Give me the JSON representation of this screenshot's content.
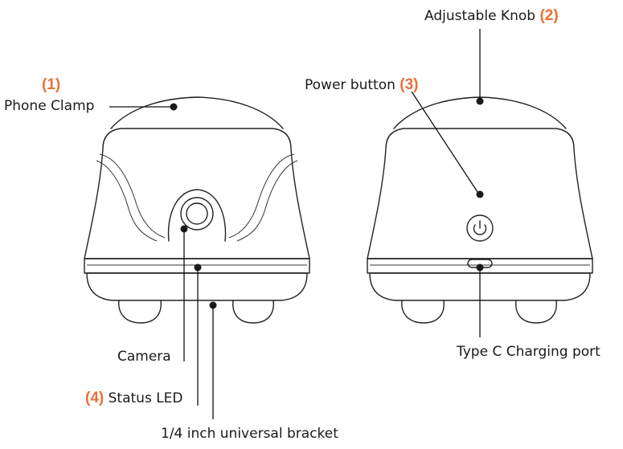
{
  "callouts": {
    "phone_clamp": {
      "num": "(1)",
      "text": "Phone Clamp"
    },
    "adjustable_knob": {
      "num": "(2)",
      "text": "Adjustable Knob"
    },
    "power_button": {
      "num": "(3)",
      "text": "Power button"
    },
    "status_led": {
      "num": "(4)",
      "text": "Status LED"
    },
    "camera": {
      "text": "Camera"
    },
    "bracket": {
      "text": "1/4 inch universal bracket"
    },
    "charging_port": {
      "text": "Type C Charging port"
    }
  },
  "colors": {
    "number_accent": "#e8703a",
    "line": "#222222"
  },
  "icons": [
    "power-icon"
  ]
}
